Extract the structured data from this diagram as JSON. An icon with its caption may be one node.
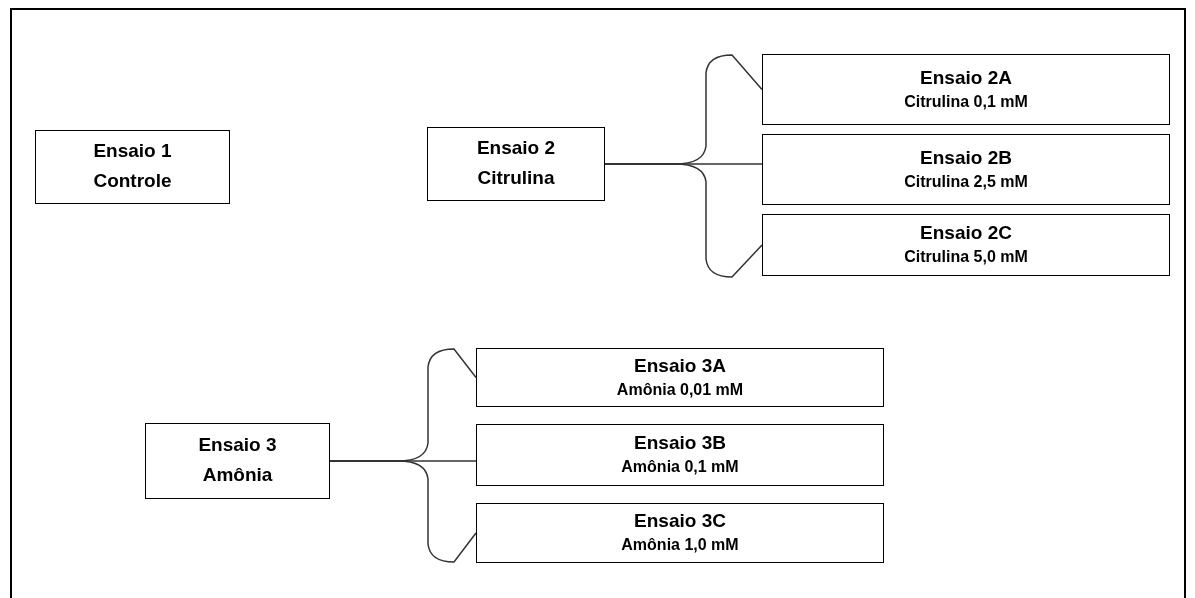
{
  "diagram": {
    "nodes": [
      {
        "text": [
          "Ensaio 1",
          "Controle"
        ]
      },
      {
        "text": [
          "Ensaio 2",
          "Citrulina"
        ]
      },
      {
        "text": [
          "Ensaio 2A",
          "Citrulina 0,1 mM"
        ]
      },
      {
        "text": [
          "Ensaio 2B",
          "Citrulina 2,5 mM"
        ]
      },
      {
        "text": [
          "Ensaio 2C",
          "Citrulina 5,0 mM"
        ]
      },
      {
        "text": [
          "Ensaio 3",
          "Amônia"
        ]
      },
      {
        "text": [
          "Ensaio 3A",
          "Amônia 0,01 mM"
        ]
      },
      {
        "text": [
          "Ensaio 3B",
          "Amônia 0,1 mM"
        ]
      },
      {
        "text": [
          "Ensaio 3C",
          "Amônia 1,0 mM"
        ]
      }
    ],
    "edges": [
      {
        "from": 1,
        "to": 2,
        "arrow": "none"
      },
      {
        "from": 1,
        "to": 3,
        "arrow": "none"
      },
      {
        "from": 1,
        "to": 4,
        "arrow": "none"
      },
      {
        "from": 5,
        "to": 6,
        "arrow": "none"
      },
      {
        "from": 5,
        "to": 7,
        "arrow": "none"
      },
      {
        "from": 5,
        "to": 8,
        "arrow": "none"
      }
    ]
  }
}
